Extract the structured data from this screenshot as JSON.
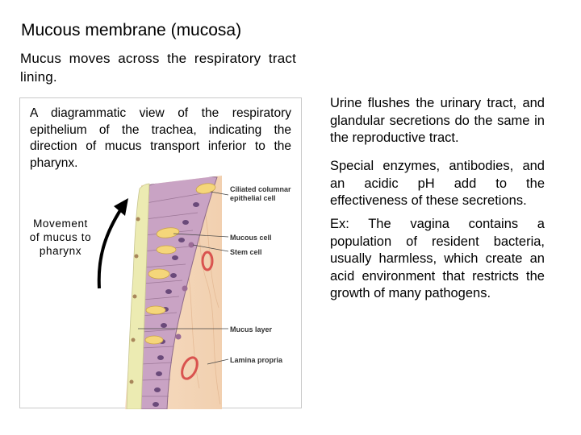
{
  "slide": {
    "title": "Mucous membrane (mucosa)",
    "subtitle": "Mucus moves across the respiratory tract lining."
  },
  "figure": {
    "caption": "A diagrammatic view of the respiratory epithelium of the trachea, indicating the direction of mucus transport inferior to the pharynx.",
    "movement_label": "Movement of mucus to pharynx",
    "labels": {
      "ciliated_1": "Ciliated columnar",
      "ciliated_2": "epithelial cell",
      "mucous_cell": "Mucous cell",
      "stem_cell": "Stem cell",
      "mucus_layer": "Mucus layer",
      "lamina_propria": "Lamina propria"
    },
    "colors": {
      "cell_fill": "#c9a3c4",
      "nucleus": "#6a4a7a",
      "mucus": "#ecebb2",
      "goblet": "#f5d67a",
      "lamina": "#f3d4b6",
      "vessel": "#d9534f"
    }
  },
  "right_column": {
    "paragraph_1": "Urine flushes the urinary tract, and glandular secretions do the same in the reproductive tract.",
    "paragraph_2": "Special enzymes, antibodies, and an acidic pH add to the effectiveness of these secretions.",
    "paragraph_3": "Ex: The vagina contains a population of resident bacteria, usually harmless, which create an acid environment that restricts the growth of many pathogens."
  }
}
